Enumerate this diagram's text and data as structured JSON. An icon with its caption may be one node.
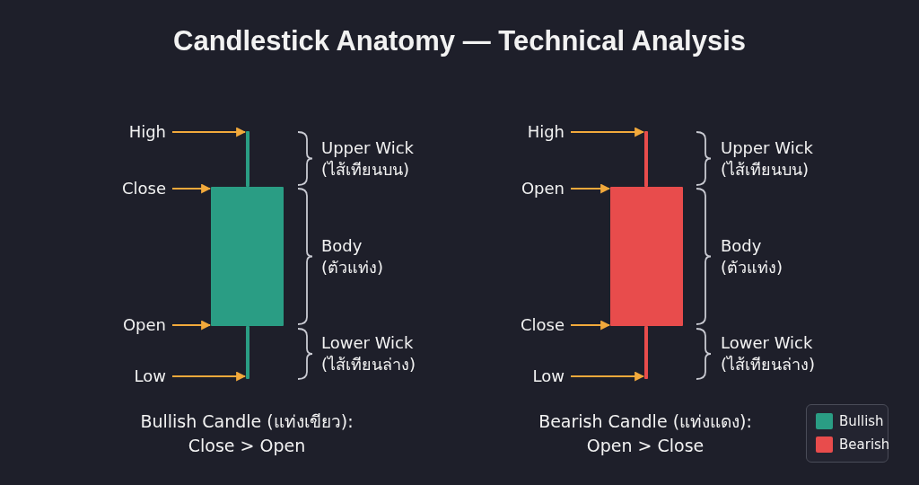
{
  "diagram": {
    "title": "Candlestick Anatomy — Technical Analysis",
    "nodes": [
      {
        "text": [
          "High"
        ]
      },
      {
        "text": [
          "Close"
        ]
      },
      {
        "text": [
          "Open"
        ]
      },
      {
        "text": [
          "Low"
        ]
      },
      {
        "text": [],
        "shape": "bar"
      },
      {
        "text": [],
        "shape": "bar"
      },
      {
        "text": [],
        "shape": "bar"
      },
      {
        "text": [
          "High"
        ]
      },
      {
        "text": [
          "Open"
        ]
      },
      {
        "text": [
          "Close"
        ]
      },
      {
        "text": [
          "Low"
        ]
      },
      {
        "text": [],
        "shape": "bar"
      },
      {
        "text": [],
        "shape": "bar"
      },
      {
        "text": [],
        "shape": "bar"
      }
    ],
    "edges": [
      {
        "from": 0,
        "to": 4,
        "arrow": "to"
      },
      {
        "from": 1,
        "to": 5,
        "arrow": "to"
      },
      {
        "from": 2,
        "to": 5,
        "arrow": "to"
      },
      {
        "from": 3,
        "to": 6,
        "arrow": "to"
      },
      {
        "from": 7,
        "to": 11,
        "arrow": "to"
      },
      {
        "from": 8,
        "to": 12,
        "arrow": "to"
      },
      {
        "from": 9,
        "to": 12,
        "arrow": "to"
      },
      {
        "from": 10,
        "to": 13,
        "arrow": "to"
      }
    ],
    "labels": [
      "Upper Wick (ไส้เทียนบน)",
      "Body (ตัวแท่ง)",
      "Lower Wick (ไส้เทียนล่าง)",
      "Bullish Candle (แท่งเขียว): Close > Open",
      "Upper Wick (ไส้เทียนบน)",
      "Body (ตัวแท่ง)",
      "Lower Wick (ไส้เทียนล่าง)",
      "Bearish Candle (แท่งแดง): Open > Close"
    ],
    "legend": [
      {
        "text": "Bullish",
        "color": "#2a9d84"
      },
      {
        "text": "Bearish",
        "color": "#e84c4c"
      }
    ]
  }
}
